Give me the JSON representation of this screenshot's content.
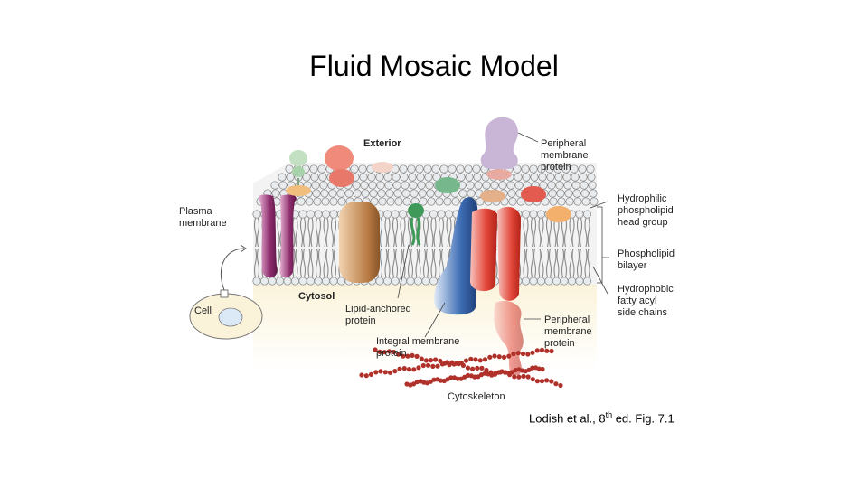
{
  "slide": {
    "title": "Fluid Mosaic Model",
    "citation": {
      "prefix": "Lodish et al., 8",
      "superscript": "th",
      "suffix": " ed. Fig. 7.1"
    }
  },
  "diagram": {
    "labels": {
      "exterior": "Exterior",
      "plasma_line1": "Plasma",
      "plasma_line2": "membrane",
      "cytosol": "Cytosol",
      "cell": "Cell",
      "lipid_anchored_line1": "Lipid-anchored",
      "lipid_anchored_line2": "protein",
      "integral_line1": "Integral membrane",
      "integral_line2": "protein",
      "cytoskeleton": "Cytoskeleton",
      "peripheral_top_line1": "Peripheral",
      "peripheral_top_line2": "membrane",
      "peripheral_top_line3": "protein",
      "peripheral_bottom_line1": "Peripheral",
      "peripheral_bottom_line2": "membrane",
      "peripheral_bottom_line3": "protein",
      "hydrophilic_line1": "Hydrophilic",
      "hydrophilic_line2": "phospholipid",
      "hydrophilic_line3": "head group",
      "bilayer_line1": "Phospholipid",
      "bilayer_line2": "bilayer",
      "hydrophobic_line1": "Hydrophobic",
      "hydrophobic_line2": "fatty acyl",
      "hydrophobic_line3": "side chains"
    },
    "colors": {
      "head_group": "#e9ecee",
      "tail": "#8a8a8a",
      "cytosol_bg": "#fbf5e3",
      "channel_protein": "#8e2f6e",
      "brown_protein": "#b97c45",
      "blue_protein": "#3f6fb5",
      "red_protein": "#e2463a",
      "lavender_protein": "#c9b6d6",
      "green_anchor": "#3f9a5a",
      "cytoskeleton": "#b0302a",
      "peripheral_pink": "#f0b8b0"
    }
  }
}
